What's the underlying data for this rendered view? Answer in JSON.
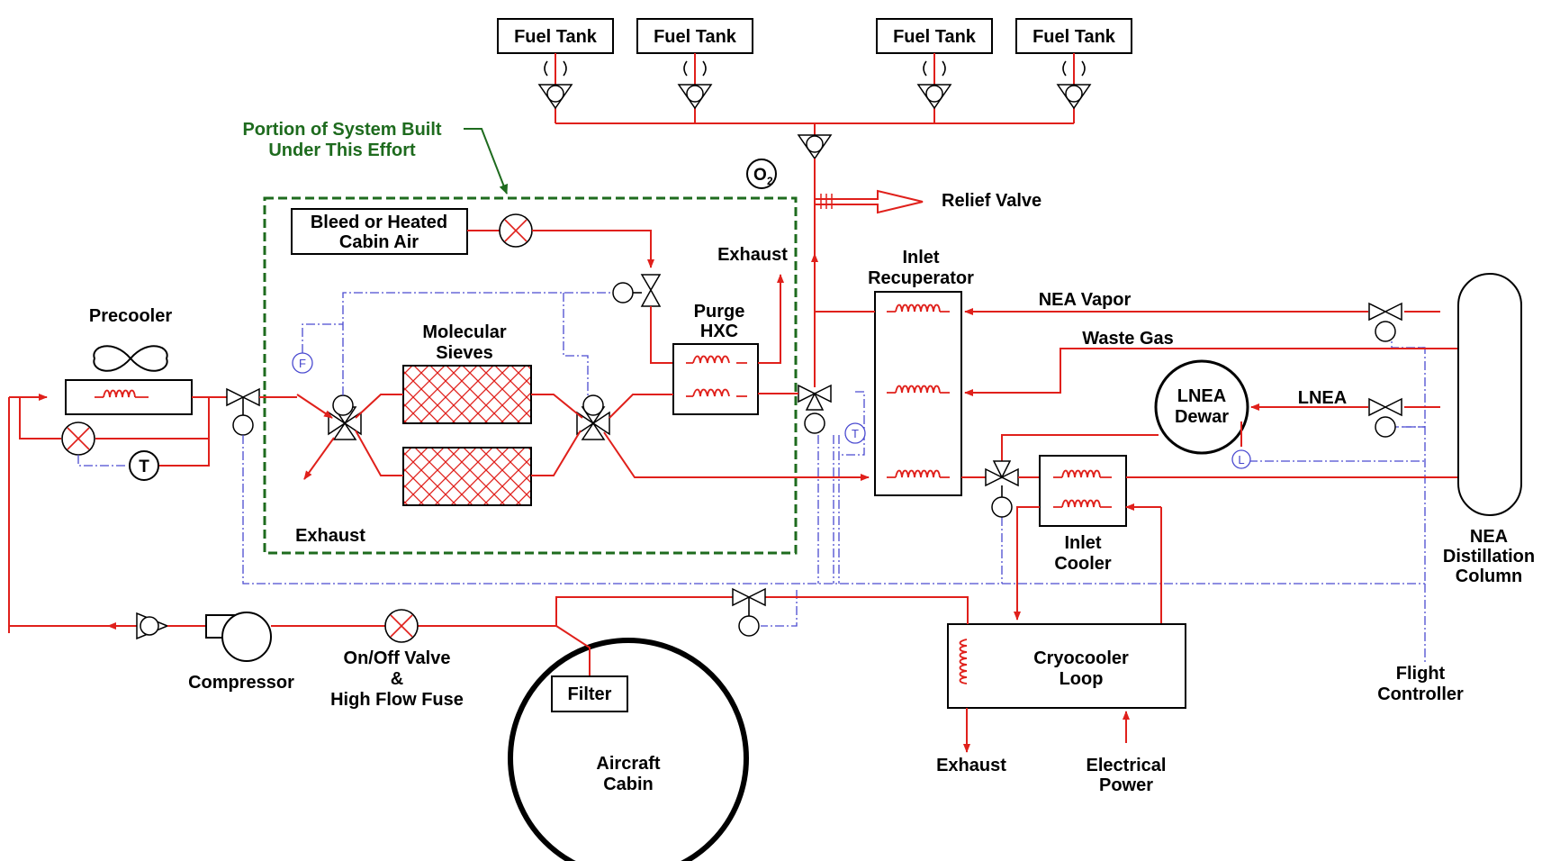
{
  "fuel_tanks": [
    "Fuel Tank",
    "Fuel Tank",
    "Fuel Tank",
    "Fuel Tank"
  ],
  "green_callout": {
    "line1": "Portion of System Built",
    "line2": "Under This Effort"
  },
  "bleed_box": {
    "line1": "Bleed or Heated",
    "line2": "Cabin Air"
  },
  "o2_symbol": {
    "main": "O",
    "sub": "2"
  },
  "relief_valve": "Relief Valve",
  "exhaust_labels": {
    "purge": "Exhaust",
    "sieves": "Exhaust",
    "cryo": "Exhaust"
  },
  "purge_hxc": {
    "line1": "Purge",
    "line2": "HXC"
  },
  "molecular_sieves": {
    "line1": "Molecular",
    "line2": "Sieves"
  },
  "precooler": "Precooler",
  "inlet_recuperator": {
    "line1": "Inlet",
    "line2": "Recuperator"
  },
  "nea_vapor": "NEA Vapor",
  "waste_gas": "Waste Gas",
  "lnea_dewar": {
    "line1": "LNEA",
    "line2": "Dewar"
  },
  "lnea": "LNEA",
  "nea_column": {
    "line1": "NEA",
    "line2": "Distillation",
    "line3": "Column"
  },
  "inlet_cooler": {
    "line1": "Inlet",
    "line2": "Cooler"
  },
  "cryocooler": {
    "line1": "Cryocooler",
    "line2": "Loop"
  },
  "electrical_power": {
    "line1": "Electrical",
    "line2": "Power"
  },
  "flight_controller": {
    "line1": "Flight",
    "line2": "Controller"
  },
  "compressor": "Compressor",
  "onoff_valve": {
    "line1": "On/Off Valve",
    "line2": "&",
    "line3": "High Flow Fuse"
  },
  "filter": "Filter",
  "aircraft_cabin": {
    "line1": "Aircraft",
    "line2": "Cabin"
  },
  "sensor_letters": {
    "t": "T",
    "f": "F",
    "l": "L"
  },
  "colors": {
    "flow": "#e0201b",
    "control": "#4a4ad0",
    "callout": "#1e6b1e"
  }
}
